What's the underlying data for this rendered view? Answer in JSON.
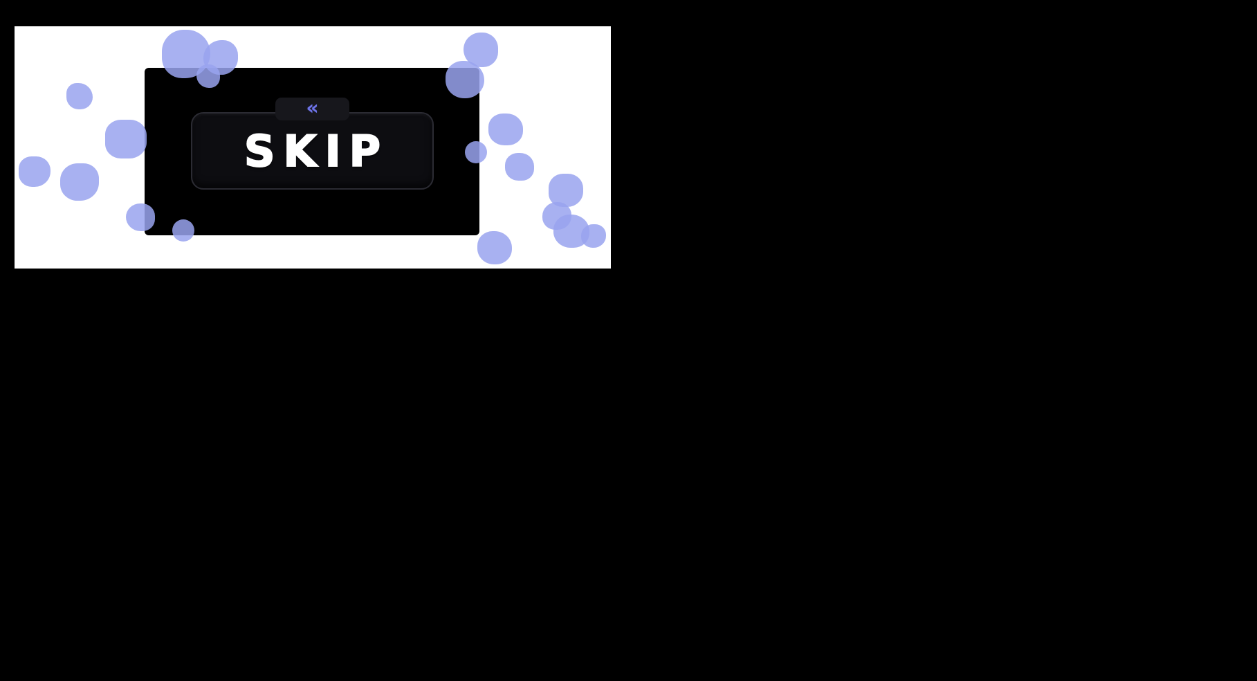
{
  "window": {
    "background": "#000000"
  },
  "stage": {
    "background": "#ffffff"
  },
  "overlay_panel": {
    "background": "#000000"
  },
  "collapse_tab": {
    "icon": "chevron-double-left-icon",
    "glyph": "«",
    "color": "#6e74ea",
    "background": "#17171c"
  },
  "skip_button": {
    "label": "SKIP",
    "text_color": "#ffffff",
    "background": "#0d0d11",
    "border_color": "#2b2b33"
  },
  "blobs": {
    "color": "#99a3ef",
    "opacity": 0.85,
    "count": 19
  }
}
